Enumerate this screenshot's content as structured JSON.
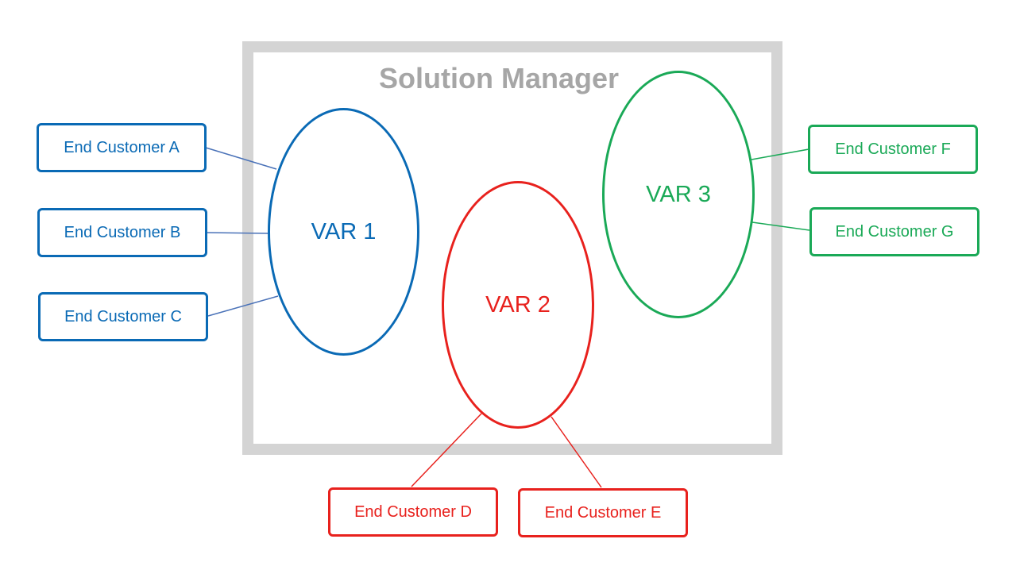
{
  "title": "Solution Manager",
  "colors": {
    "frame": "#d4d4d4",
    "title": "#a6a6a6",
    "var1": "#0a6ab5",
    "var2": "#e8211d",
    "var3": "#1aa957",
    "var1_line": "#4a72b8"
  },
  "vars": [
    {
      "id": "var1",
      "label": "VAR 1"
    },
    {
      "id": "var2",
      "label": "VAR 2"
    },
    {
      "id": "var3",
      "label": "VAR 3"
    }
  ],
  "customers": [
    {
      "label": "End Customer A",
      "var": "var1"
    },
    {
      "label": "End Customer B",
      "var": "var1"
    },
    {
      "label": "End Customer C",
      "var": "var1"
    },
    {
      "label": "End Customer D",
      "var": "var2"
    },
    {
      "label": "End Customer E",
      "var": "var2"
    },
    {
      "label": "End Customer F",
      "var": "var3"
    },
    {
      "label": "End Customer G",
      "var": "var3"
    }
  ]
}
